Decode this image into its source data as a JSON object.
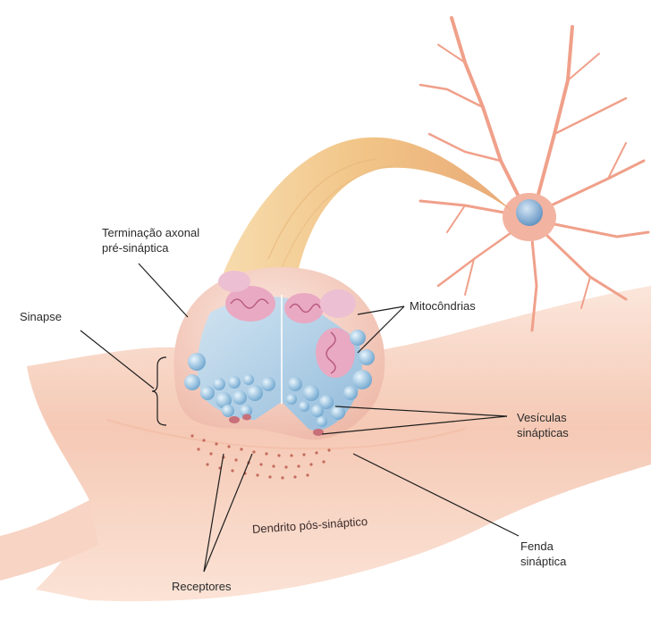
{
  "labels": {
    "terminal_line1": "Terminação axonal",
    "terminal_line2": "pré-sináptica",
    "synapse": "Sinapse",
    "mitochondria": "Mitocôndrias",
    "vesicles_line1": "Vesículas",
    "vesicles_line2": "sinápticas",
    "cleft_line1": "Fenda",
    "cleft_line2": "sináptica",
    "dendrite": "Dendrito pós-sináptico",
    "receptors": "Receptores"
  },
  "colors": {
    "dendrite": "#f6c9b5",
    "neuron": "#f2a48f",
    "nucleus": "#8fb3d6",
    "vesicle": "#9fc9e6",
    "mitochondria": "#e7a7c0",
    "axon": "#f3c58f",
    "line": "#1e1e1e"
  }
}
